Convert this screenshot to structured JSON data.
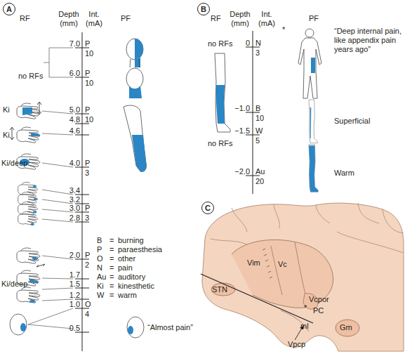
{
  "diagram": {
    "nodes": [
      {
        "text": [
          "A"
        ]
      },
      {
        "text": [
          "B"
        ]
      },
      {
        "text": [
          "C"
        ]
      }
    ],
    "labels": [
      "RF",
      "Depth (mm)",
      "Int. (mA)",
      "PF",
      "7.0",
      "P",
      "10",
      "6.0",
      "P",
      "10",
      "5.0",
      "P",
      "4.8",
      "10",
      "4.6",
      "4.0",
      "P",
      "3",
      "3.4",
      "3.2",
      "3.0",
      "P",
      "2.8",
      "3",
      "2.0",
      "P",
      "2",
      "1.7",
      "1.5",
      "1.2",
      "1.0",
      "O",
      "4",
      "0.5",
      "no RFs",
      "Ki",
      "Ki",
      "Ki/deep",
      "Ki/deep",
      "“Almost pain”",
      "B",
      "=",
      "burning",
      "P",
      "=",
      "paraesthesia",
      "O",
      "=",
      "other",
      "N",
      "=",
      "pain",
      "Au",
      "=",
      "auditory",
      "Ki",
      "=",
      "kinesthetic",
      "W",
      "=",
      "warm",
      "RF",
      "Depth (mm)",
      "Int. (mA)",
      "PF",
      "0",
      "N",
      "3",
      "−1.0",
      "B",
      "10",
      "−1.5",
      "W",
      "5",
      "−2.0",
      "Au",
      "20",
      "no RFs",
      "no RFs",
      "*",
      "“Deep internal pain, like appendix pain years ago”",
      "Superficial",
      "Warm",
      "Vim",
      "Vc",
      "Vcpor",
      "PC",
      "STN",
      "ml",
      "Gm",
      "Vpcp",
      "*"
    ]
  }
}
